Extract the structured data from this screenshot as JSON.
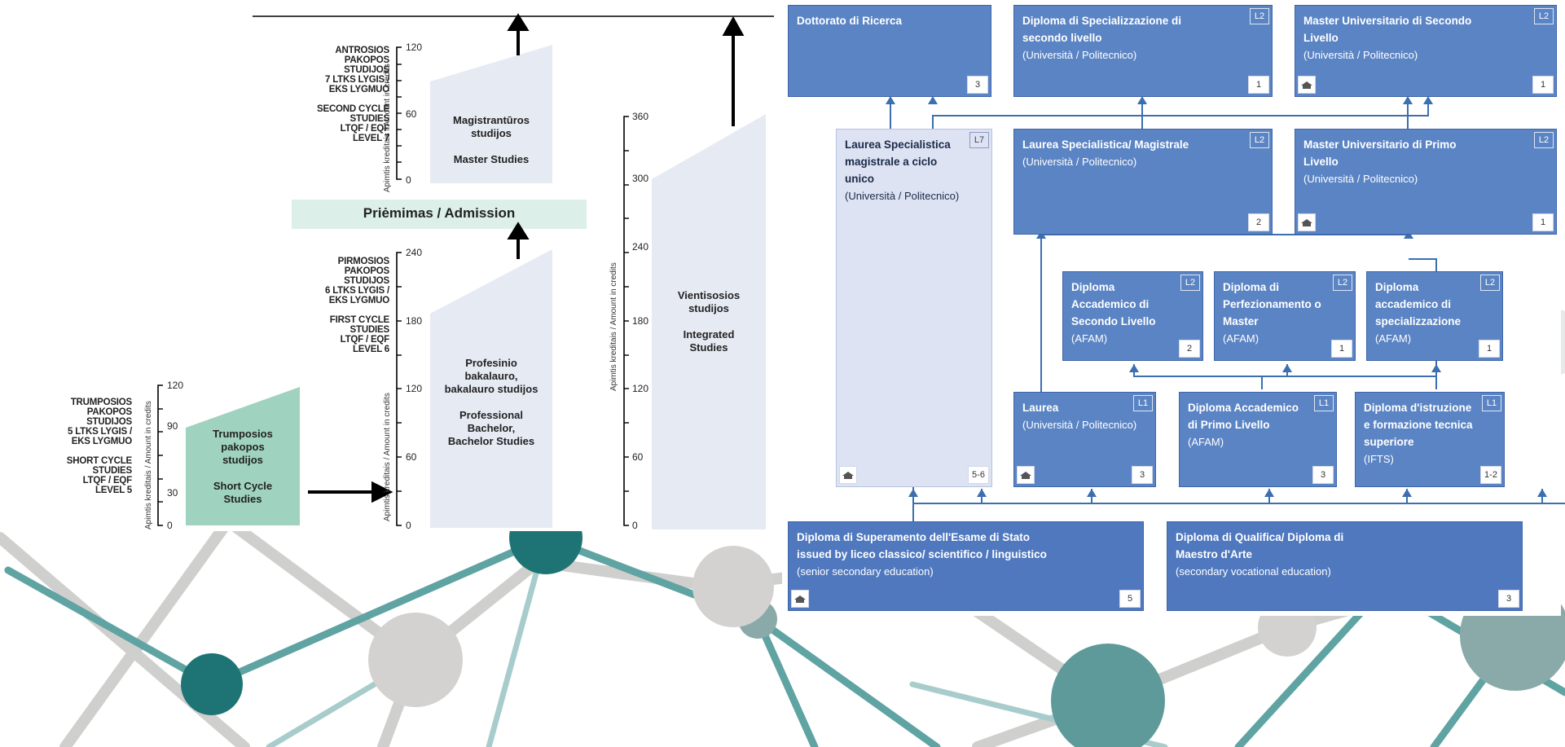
{
  "colors": {
    "teal_node": "#1e7474",
    "grey_node": "#d3d2d0",
    "lt_shape": "#e6eaf3",
    "lt_green": "#9fd2bf",
    "admission_band": "#dcefe8",
    "it_box": "#5b84c4",
    "it_box_light": "#dde3f2"
  },
  "lt": {
    "top_level": {
      "label": "ANTROSIOS\nPAKOPOS\nSTUDIJOS\n7 LTKS LYGIS /\nEKS LYGMUO\n\nSECOND CYCLE\nSTUDIES\nLTQF / EQF\nLEVEL 7",
      "ticks": [
        "120",
        "60",
        "0"
      ],
      "axis_label": "Apimtis kreditais / Amount in credits",
      "shape_text": "Magistrantūros\nstudijos\n\nMaster Studies"
    },
    "admission": "Priėmimas / Admission",
    "mid_level": {
      "label": "PIRMOSIOS\nPAKOPOS\nSTUDIJOS\n6 LTKS LYGIS /\nEKS LYGMUO\n\nFIRST CYCLE\nSTUDIES\nLTQF / EQF\nLEVEL 6",
      "ticks": [
        "240",
        "180",
        "120",
        "60",
        "0"
      ],
      "axis_label": "Apimtis kreditais / Amount in credits",
      "shape_text": "Profesinio\nbakalauro,\nbakalauro studijos\n\nProfessional\nBachelor,\nBachelor Studies"
    },
    "short_level": {
      "label": "TRUMPOSIOS\nPAKOPOS\nSTUDIJOS\n5 LTKS LYGIS /\nEKS LYGMUO\n\nSHORT CYCLE\nSTUDIES\nLTQF / EQF\nLEVEL 5",
      "ticks": [
        "120",
        "90",
        "30",
        "0"
      ],
      "axis_label": "Apimtis kreditais / Amount in credits",
      "shape_text": "Trumposios\npakopos\nstudijos\n\nShort Cycle\nStudies"
    },
    "integrated": {
      "ticks": [
        "360",
        "300",
        "240",
        "180",
        "120",
        "60",
        "0"
      ],
      "axis_label": "Apimtis kreditais / Amount in credits",
      "shape_text": "Vientisosios\nstudijos\n\nIntegrated\nStudies"
    }
  },
  "it": {
    "boxes": [
      {
        "id": "dottorato",
        "title": "Dottorato di Ricerca",
        "sub": "",
        "level": "",
        "years": "3",
        "cap": false
      },
      {
        "id": "dip_spec",
        "title": "Diploma di Specializzazione di\nsecondo livello",
        "sub": "(Università / Politecnico)",
        "level": "L2",
        "years": "1",
        "cap": false
      },
      {
        "id": "master2",
        "title": "Master Universitario di Secondo\nLivello",
        "sub": "(Università / Politecnico)",
        "level": "L2",
        "years": "1",
        "cap": true
      },
      {
        "id": "laurea_ciclo",
        "title": "Laurea Specialistica\nmagistrale a ciclo\nunico",
        "sub": "(Università / Politecnico)",
        "level": "L7",
        "years": "5-6",
        "cap": true
      },
      {
        "id": "laurea_spec",
        "title": "Laurea Specialistica/ Magistrale",
        "sub": "(Università / Politecnico)",
        "level": "L2",
        "years": "2",
        "cap": false
      },
      {
        "id": "master1",
        "title": "Master Universitario di Primo\nLivello",
        "sub": "(Università / Politecnico)",
        "level": "L2",
        "years": "1",
        "cap": true
      },
      {
        "id": "dac2",
        "title": "Diploma\nAccademico di\nSecondo Livello",
        "sub": "(AFAM)",
        "level": "L2",
        "years": "2",
        "cap": false
      },
      {
        "id": "dperf",
        "title": "Diploma di\nPerfezionamento o\nMaster",
        "sub": "(AFAM)",
        "level": "L2",
        "years": "1",
        "cap": false
      },
      {
        "id": "dacspec",
        "title": "Diploma\naccademico di\nspecializzazione",
        "sub": "(AFAM)",
        "level": "L2",
        "years": "1",
        "cap": false
      },
      {
        "id": "laurea",
        "title": "Laurea",
        "sub": "(Università / Politecnico)",
        "level": "L1",
        "years": "3",
        "cap": true
      },
      {
        "id": "dac1",
        "title": "Diploma Accademico\ndi Primo Livello",
        "sub": "(AFAM)",
        "level": "L1",
        "years": "3",
        "cap": false
      },
      {
        "id": "ifts",
        "title": "Diploma d'istruzione\ne formazione tecnica\nsuperiore",
        "sub": "(IFTS)",
        "level": "L1",
        "years": "1-2",
        "cap": false
      },
      {
        "id": "dsup",
        "title": "Diploma di Superamento dell'Esame di Stato\nissued by liceo classico/ scientifico / linguistico",
        "sub": "(senior secondary education)",
        "level": "",
        "years": "5",
        "cap": true
      },
      {
        "id": "dqual",
        "title": "Diploma di Qualifica/ Diploma di\nMaestro d'Arte",
        "sub": "(secondary vocational education)",
        "level": "",
        "years": "3",
        "cap": false
      }
    ]
  }
}
